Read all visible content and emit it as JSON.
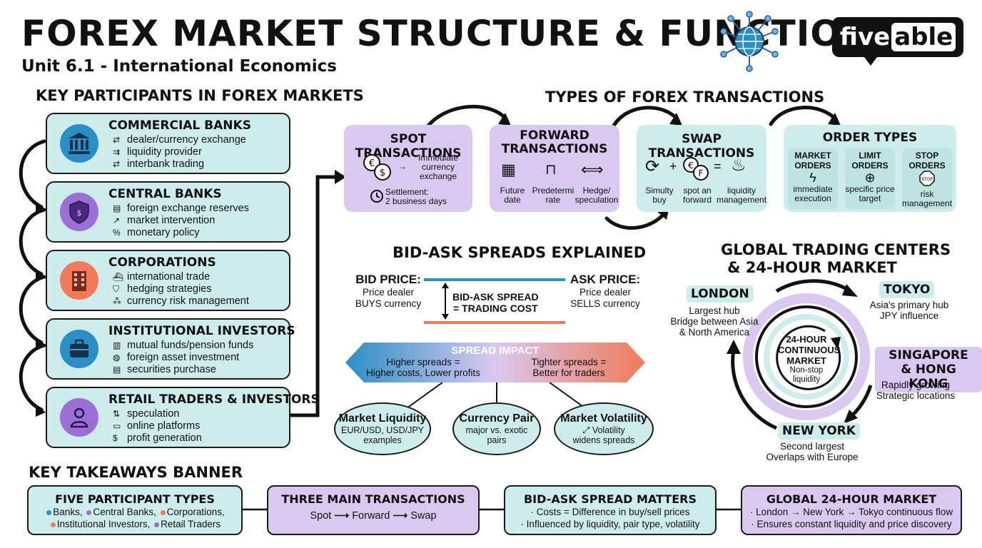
{
  "header": {
    "title": "FOREX MARKET STRUCTURE & FUNCTIONS",
    "subtitle": "Unit 6.1 - International Economics",
    "logo": "fiveable",
    "logo_a": "five",
    "logo_b": "able"
  },
  "participants": {
    "heading": "KEY PARTICIPANTS IN FOREX MARKETS",
    "items": [
      {
        "name": "COMMERCIAL BANKS",
        "icon": "bank-icon",
        "color": "#2a8fc4",
        "points": [
          "dealer/currency exchange",
          "liquidity provider",
          "interbank trading"
        ]
      },
      {
        "name": "CENTRAL BANKS",
        "icon": "shield-icon",
        "color": "#9b6fd6",
        "points": [
          "foreign exchange reserves",
          "market intervention",
          "monetary policy"
        ]
      },
      {
        "name": "CORPORATIONS",
        "icon": "building-icon",
        "color": "#f07a5a",
        "points": [
          "international trade",
          "hedging strategies",
          "currency risk management"
        ]
      },
      {
        "name": "INSTITUTIONAL INVESTORS",
        "icon": "briefcase-icon",
        "color": "#2a8fc4",
        "points": [
          "mutual funds/pension funds",
          "foreign asset investment",
          "securities purchase"
        ]
      },
      {
        "name": "RETAIL TRADERS & INVESTORS",
        "icon": "person-icon",
        "color": "#9b6fd6",
        "points": [
          "speculation",
          "online platforms",
          "profit generation"
        ]
      }
    ]
  },
  "transactions": {
    "heading": "TYPES OF FOREX TRANSACTIONS",
    "spot": {
      "title": "SPOT TRANSACTIONS",
      "desc_1": "Immediate",
      "desc_2": "currency",
      "desc_3": "exchange",
      "settle_1": "Settlement:",
      "settle_2": "2 business days"
    },
    "forward": {
      "title_1": "FORWARD",
      "title_2": "TRANSACTIONS",
      "items": [
        {
          "l1": "Future",
          "l2": "date"
        },
        {
          "l1": "Predetermi",
          "l2": "rate"
        },
        {
          "l1": "Hedge/",
          "l2": "speculation"
        }
      ]
    },
    "swap": {
      "title": "SWAP TRANSACTIONS",
      "items": [
        {
          "l1": "Simulty",
          "l2": "buy"
        },
        {
          "l1": "spot an",
          "l2": "forward"
        },
        {
          "l1": "liquidity",
          "l2": "management"
        }
      ]
    },
    "orders": {
      "title": "ORDER TYPES",
      "items": [
        {
          "h1": "MARKET",
          "h2": "ORDERS",
          "l1": "immediate",
          "l2": "execution"
        },
        {
          "h1": "LIMIT",
          "h2": "ORDERS",
          "l1": "specific price",
          "l2": "target"
        },
        {
          "h1": "STOP",
          "h2": "ORDERS",
          "l1": "risk",
          "l2": "management",
          "badge": "STOP"
        }
      ]
    }
  },
  "spreads": {
    "heading": "BID-ASK SPREADS EXPLAINED",
    "bid_title": "BID PRICE:",
    "bid_1": "Price dealer",
    "bid_2": "BUYS currency",
    "ask_title": "ASK PRICE:",
    "ask_1": "Price dealer",
    "ask_2": "SELLS currency",
    "spread_1": "BID-ASK SPREAD",
    "spread_2": "= TRADING COST",
    "impact_title": "SPREAD IMPACT",
    "impact_left_1": "Higher spreads =",
    "impact_left_2": "Higher costs, Lower profits",
    "impact_right_1": "Tighter spreads =",
    "impact_right_2": "Better for traders",
    "factors": [
      {
        "h": "Market Liquidity",
        "l1": "EUR/USD, USD/JPY",
        "l2": "examples"
      },
      {
        "h": "Currency Pair",
        "l1": "major vs. exotic",
        "l2": "pairs"
      },
      {
        "h": "Market Volatility",
        "l1": "Volatility",
        "l2": "widens spreads"
      }
    ]
  },
  "centers": {
    "heading_1": "GLOBAL TRADING CENTERS",
    "heading_2": "& 24-HOUR MARKET",
    "center_1": "24-HOUR",
    "center_2": "CONTINUOUS",
    "center_3": "MARKET",
    "center_4": "Non-stop",
    "center_5": "liquidity",
    "london": {
      "name": "LONDON",
      "l1": "Largest hub",
      "l2": "Bridge between Asia",
      "l3": "& North America"
    },
    "tokyo": {
      "name": "TOKYO",
      "l1": "Asia's primary hub",
      "l2": "JPY influence"
    },
    "singapore": {
      "name_1": "SINGAPORE",
      "name_2": "& HONG KONG",
      "l1": "Rapidly growing",
      "l2": "Strategic locations"
    },
    "newyork": {
      "name": "NEW YORK",
      "l1": "Second largest",
      "l2": "Overlaps with Europe"
    }
  },
  "takeaways": {
    "heading": "KEY TAKEAWAYS BANNER",
    "boxes": [
      {
        "h": "FIVE PARTICIPANT TYPES",
        "l1a": "Banks,",
        "l1b": "Central Banks,",
        "l1c": "Corporations,",
        "l2a": "Institutional Investors,",
        "l2b": "Retail Traders"
      },
      {
        "h": "THREE MAIN TRANSACTIONS",
        "a": "Spot",
        "b": "Forward",
        "c": "Swap"
      },
      {
        "h": "BID-ASK SPREAD MATTERS",
        "l1": "· Costs = Difference in buy/sell prices",
        "l2": "· Influenced by liquidity, pair type, volatility"
      },
      {
        "h": "GLOBAL 24-HOUR MARKET",
        "l1": "· London → New York → Tokyo continuous flow",
        "l2": "· Ensures constant liquidity and price discovery"
      }
    ]
  }
}
